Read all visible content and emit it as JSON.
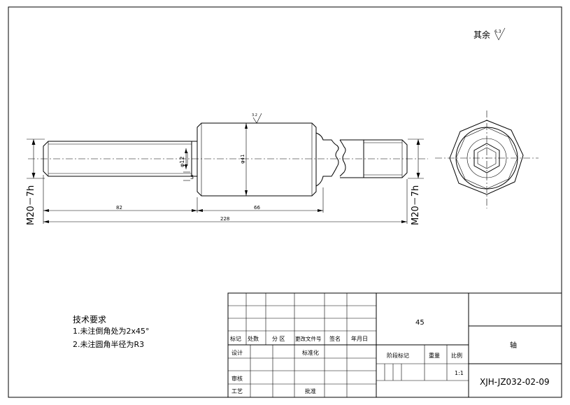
{
  "drawing": {
    "surface_note": "其余",
    "surface_note_symbol_value": "6.3",
    "top_roughness_value": "3.2",
    "left_thread": "M20－7h",
    "right_thread": "M20－7h",
    "dia_small": "φ12",
    "dia_large": "φ41",
    "chamfer_dim": "3",
    "dim_82": "82",
    "dim_66": "66",
    "dim_total": "228"
  },
  "tech_notes": {
    "title": "技术要求",
    "items": [
      "1.未注倒角处为2x45°",
      "2.未注圆角半径为R3"
    ]
  },
  "title_block": {
    "row_headers": [
      "标记",
      "处数",
      "分 区",
      "更改文件号",
      "签名",
      "年月日"
    ],
    "design": "设计",
    "standardization": "标准化",
    "review": "审核",
    "process": "工艺",
    "approve": "批准",
    "stage_mark": "阶段标记",
    "weight": "重量",
    "scale_label": "比例",
    "scale": "1:1",
    "material": "45",
    "part_name": "轴",
    "drawing_no": "XJH-JZ032-02-09"
  }
}
